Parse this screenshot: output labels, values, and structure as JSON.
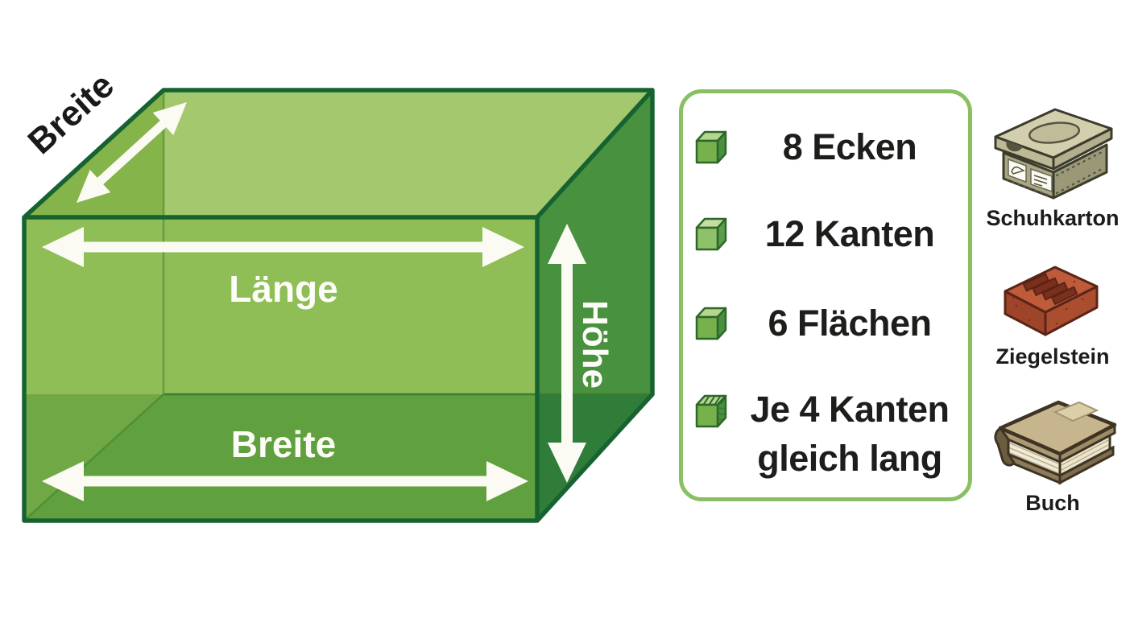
{
  "cuboid": {
    "top_label": "Breite",
    "front_top_label": "Länge",
    "front_bottom_label": "Breite",
    "side_label": "Höhe"
  },
  "facts_panel": {
    "items": [
      {
        "text": "8 Ecken"
      },
      {
        "text": "12 Kanten"
      },
      {
        "text": "6 Flächen"
      },
      {
        "text": "Je 4 Kanten",
        "text_line2": "gleich lang"
      }
    ]
  },
  "examples": [
    {
      "name": "Schuhkarton"
    },
    {
      "name": "Ziegelstein"
    },
    {
      "name": "Buch"
    }
  ],
  "colors": {
    "cuboid_top": "#a3c86e",
    "cuboid_front_upper": "#8fbd56",
    "cuboid_front_lower": "#61a03e",
    "cuboid_side_upper": "#48913f",
    "cuboid_side_lower": "#2f7d39",
    "cuboid_edge": "#176231",
    "arrow_white": "#fbfbf4",
    "panel_border": "#8abf63",
    "text_dark": "#1d1d1b",
    "brick_red": "#bd5b3a",
    "box_khaki": "#d3cfae",
    "book_tan": "#c7b58e"
  }
}
